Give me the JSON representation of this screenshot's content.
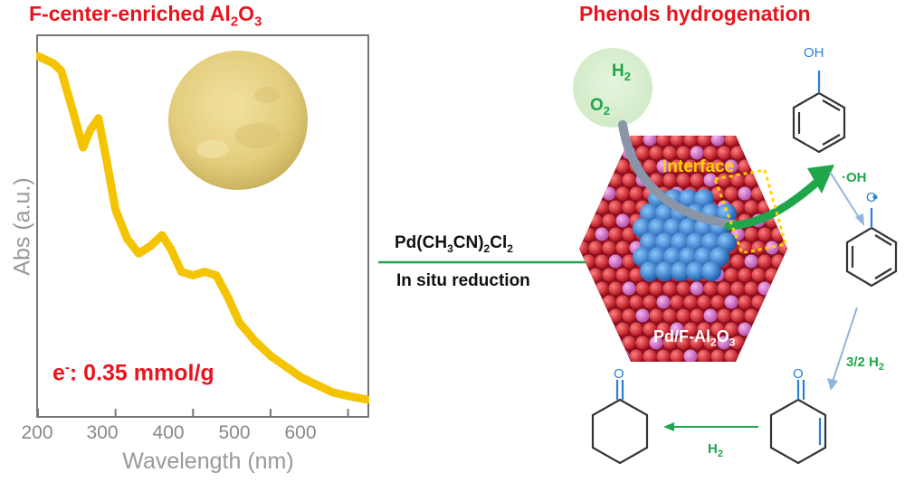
{
  "left_panel": {
    "title_main": "F-center-enriched Al",
    "title_sub1": "2",
    "title_mid": "O",
    "title_sub2": "3",
    "ylabel": "Abs (a.u.)",
    "xlabel": "Wavelength (nm)",
    "electron_prefix": "e",
    "electron_sup": "-",
    "electron_value": ": 0.35 mmol/g"
  },
  "arrow": {
    "reagent_pre": "Pd(CH",
    "reagent_s1": "3",
    "reagent_mid": "CN)",
    "reagent_s2": "2",
    "reagent_post": "Cl",
    "reagent_s3": "2",
    "step": "In situ reduction"
  },
  "right_panel": {
    "title": "Phenols hydrogenation",
    "h2": "H",
    "h2_sub": "2",
    "o2": "O",
    "o2_sub": "2",
    "interface": "Interface",
    "catalyst_pre": "Pd/F-Al",
    "catalyst_s1": "2",
    "catalyst_mid": "O",
    "catalyst_s2": "3",
    "oh_label": "OH",
    "radical_oh": "·OH",
    "step2_h2": "3/2 H",
    "step2_sub": "2",
    "step3_h2": "H",
    "step3_sub": "2",
    "o_label": "O"
  },
  "chart_data": {
    "type": "line",
    "title": "",
    "xlabel": "Wavelength (nm)",
    "ylabel": "Abs (a.u.)",
    "xlim": [
      200,
      625
    ],
    "x_ticks": [
      200,
      300,
      400,
      500,
      600
    ],
    "series": [
      {
        "x": [
          200,
          210,
          220,
          230,
          245,
          258,
          268,
          278,
          288,
          300,
          315,
          330,
          345,
          360,
          372,
          385,
          400,
          415,
          430,
          445,
          460,
          480,
          500,
          520,
          540,
          560,
          580,
          600,
          625
        ],
        "y": [
          0.97,
          0.96,
          0.95,
          0.93,
          0.82,
          0.72,
          0.77,
          0.8,
          0.69,
          0.55,
          0.47,
          0.43,
          0.45,
          0.48,
          0.44,
          0.38,
          0.37,
          0.38,
          0.37,
          0.31,
          0.24,
          0.19,
          0.15,
          0.12,
          0.09,
          0.07,
          0.05,
          0.04,
          0.03
        ]
      }
    ],
    "line_color": "#f5c400",
    "grid": false
  },
  "colors": {
    "title_red": "#e8141e",
    "curve": "#f5c400",
    "arrow_green": "#1fa64a",
    "pd_blue": "#2a7fd6",
    "oxygen_red": "#d0202a",
    "al_pink": "#d86fc8",
    "powder": "#e6d38a"
  }
}
